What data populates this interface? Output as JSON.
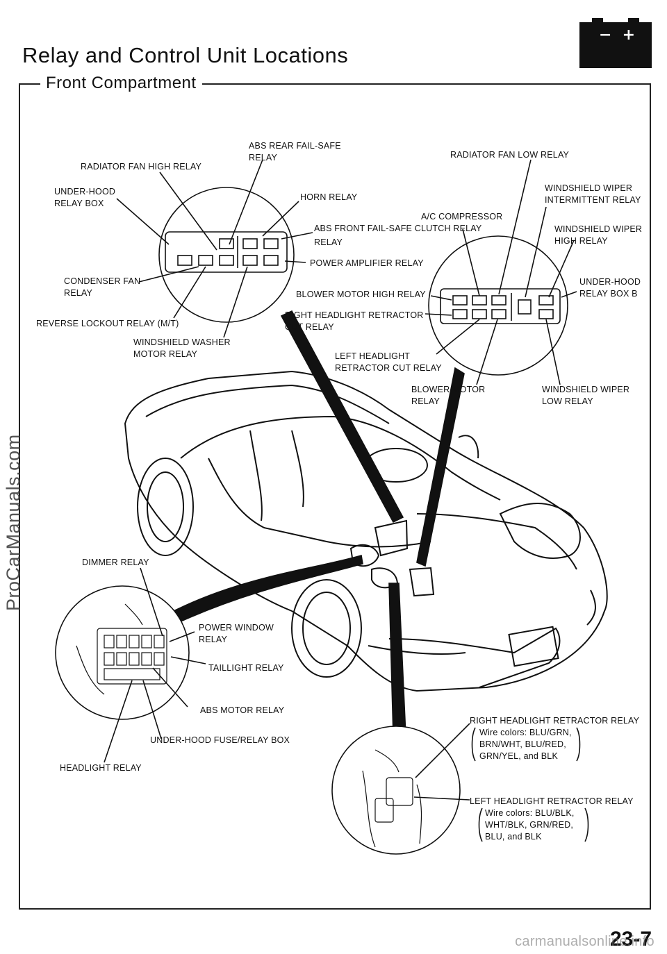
{
  "header": {
    "title": "Relay and Control Unit Locations",
    "section": "Front Compartment"
  },
  "battery_icon": {
    "minus": "−",
    "plus": "+"
  },
  "labels": {
    "radiator_fan_high": "RADIATOR FAN HIGH RELAY",
    "abs_rear_1": "ABS REAR FAIL-SAFE",
    "abs_rear_2": "RELAY",
    "radiator_fan_low": "RADIATOR FAN LOW RELAY",
    "underhood_box_1": "UNDER-HOOD",
    "underhood_box_2": "RELAY BOX",
    "horn": "HORN RELAY",
    "wiper_int_1": "WINDSHIELD WIPER",
    "wiper_int_2": "INTERMITTENT RELAY",
    "ac_comp": "A/C COMPRESSOR",
    "abs_front_1": "ABS FRONT FAIL-SAFE CLUTCH RELAY",
    "abs_front_2": "RELAY",
    "wiper_high_1": "WINDSHIELD WIPER",
    "wiper_high_2": "HIGH RELAY",
    "power_amp": "POWER AMPLIFIER RELAY",
    "condenser_1": "CONDENSER FAN",
    "condenser_2": "RELAY",
    "blower_high": "BLOWER MOTOR HIGH RELAY",
    "underhood_b_1": "UNDER-HOOD",
    "underhood_b_2": "RELAY BOX B",
    "right_retract_1": "RIGHT HEADLIGHT RETRACTOR",
    "right_retract_2": "CUT RELAY",
    "reverse_lockout": "REVERSE LOCKOUT RELAY (M/T)",
    "washer_1": "WINDSHIELD WASHER",
    "washer_2": "MOTOR RELAY",
    "left_retract_1": "LEFT HEADLIGHT",
    "left_retract_2": "RETRACTOR CUT RELAY",
    "blower_1": "BLOWER MOTOR",
    "blower_2": "RELAY",
    "wiper_low_1": "WINDSHIELD WIPER",
    "wiper_low_2": "LOW RELAY",
    "dimmer": "DIMMER RELAY",
    "power_window_1": "POWER WINDOW",
    "power_window_2": "RELAY",
    "taillight": "TAILLIGHT RELAY",
    "abs_motor": "ABS MOTOR RELAY",
    "fuse_box": "UNDER-HOOD FUSE/RELAY BOX",
    "headlight": "HEADLIGHT RELAY",
    "right_rr_title": "RIGHT HEADLIGHT RETRACTOR RELAY",
    "right_rr_w1": "Wire colors: BLU/GRN,",
    "right_rr_w2": "BRN/WHT, BLU/RED,",
    "right_rr_w3": "GRN/YEL, and BLK",
    "left_rr_title": "LEFT HEADLIGHT RETRACTOR RELAY",
    "left_rr_w1": "Wire colors: BLU/BLK,",
    "left_rr_w2": "WHT/BLK, GRN/RED,",
    "left_rr_w3": "BLU, and BLK"
  },
  "page_number": "23-7",
  "watermarks": {
    "side": "ProCarManuals.com",
    "bottom": "carmanualsonline.info"
  }
}
